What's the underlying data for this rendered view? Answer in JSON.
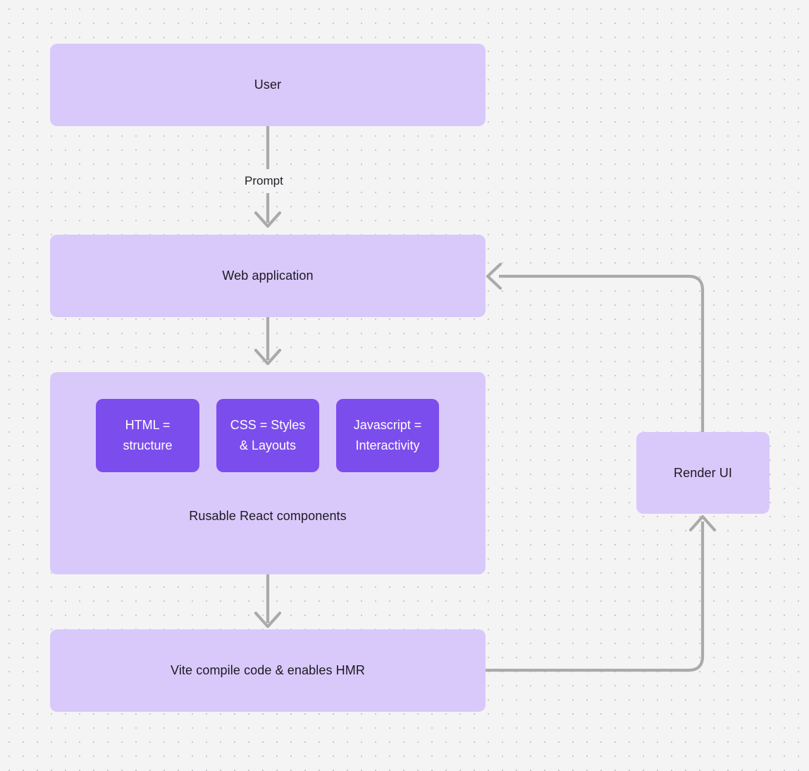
{
  "canvas": {
    "background_color": "#f4f4f5",
    "dot_color": "#c9c9cd",
    "node_fill": "#d9c9fa",
    "chip_fill": "#7c4ded",
    "edge_color": "#aaaaaa",
    "text_color": "#1a1a22"
  },
  "nodes": {
    "user": {
      "label": "User"
    },
    "web_application": {
      "label": "Web application"
    },
    "components_group": {
      "caption": "Rusable React components"
    },
    "html_chip": {
      "label": "HTML =\nstructure"
    },
    "css_chip": {
      "label": "CSS = Styles\n& Layouts"
    },
    "javascript_chip": {
      "label": "Javascript =\nInteractivity"
    },
    "vite": {
      "label": "Vite compile code & enables HMR"
    },
    "render_ui": {
      "label": "Render UI"
    }
  },
  "edges": {
    "prompt_label": "Prompt"
  }
}
